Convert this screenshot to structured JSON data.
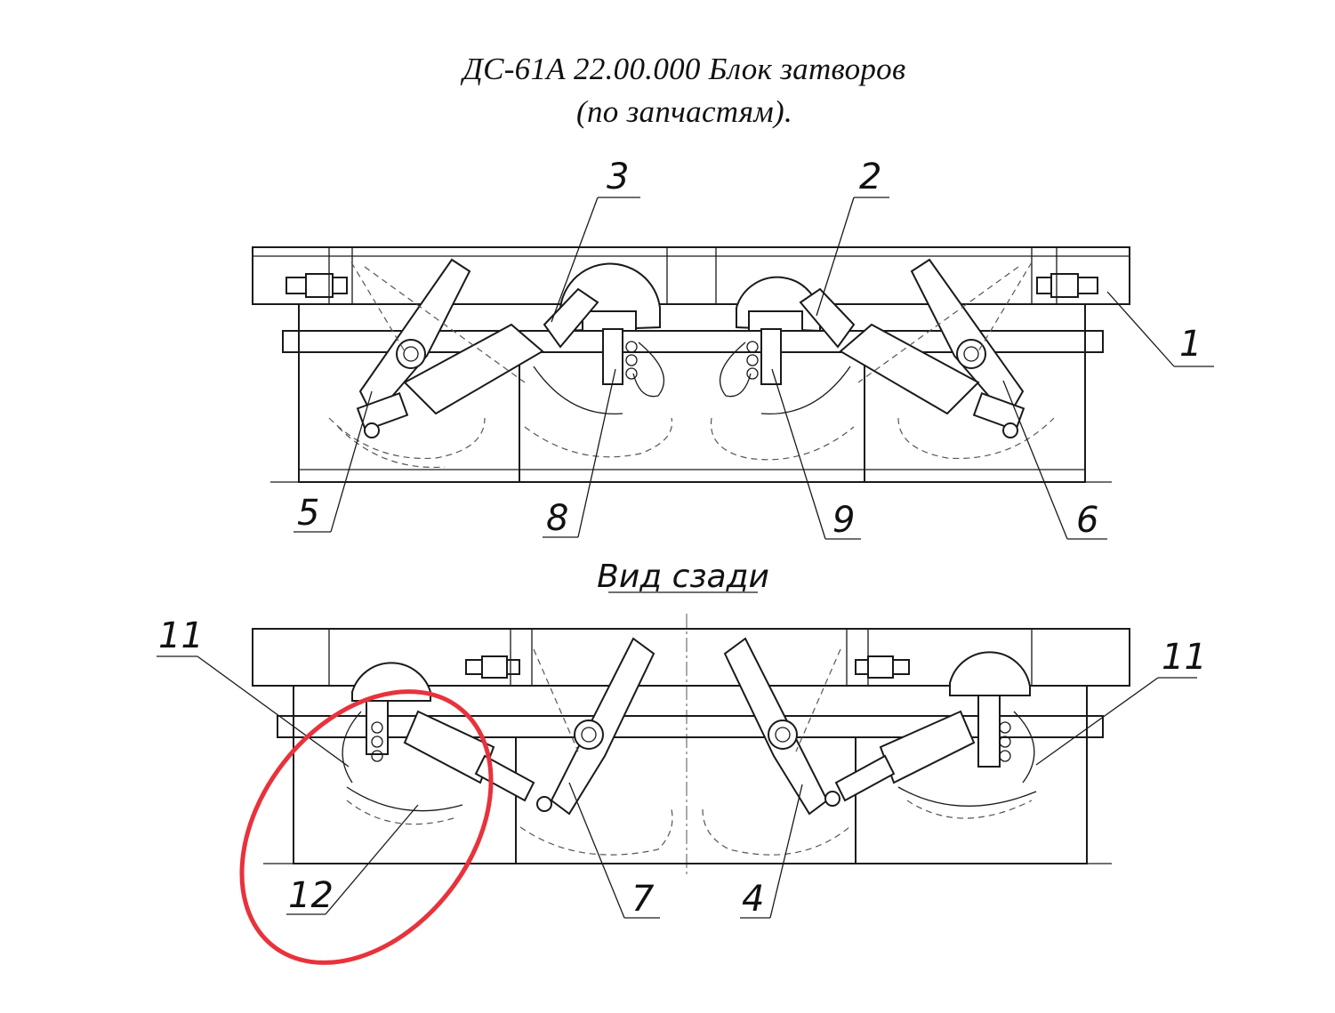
{
  "title": {
    "line1": "ДС-61А 22.00.000 Блок затворов",
    "line2": "(по запчастям)."
  },
  "views": {
    "rear_view_label": "Вид сзади"
  },
  "callouts": {
    "c1": "1",
    "c2": "2",
    "c3": "3",
    "c4": "4",
    "c5": "5",
    "c6": "6",
    "c7": "7",
    "c8": "8",
    "c9": "9",
    "c11_left": "11",
    "c11_right": "11",
    "c12": "12"
  },
  "colors": {
    "ink": "#1a1a1a",
    "dashed": "#555555",
    "highlight": "#e8323c"
  }
}
